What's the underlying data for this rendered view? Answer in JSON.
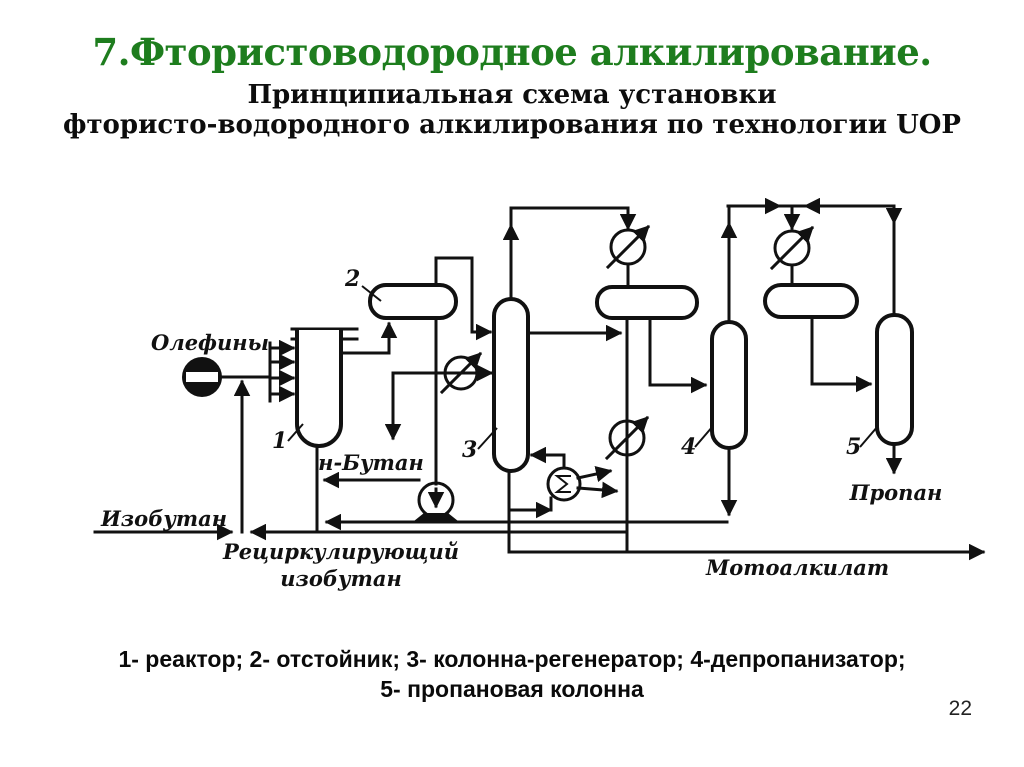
{
  "slide": {
    "title": "7.Фтористоводородное алкилирование.",
    "subtitle_line1": "Принципиальная схема установки",
    "subtitle_line2": "фтористо-водородного алкилирования по технологии UOP",
    "page_number": "22",
    "title_color": "#1e7d1e",
    "line_color": "#111111"
  },
  "legend": {
    "line1": "1- реактор; 2- отстойник; 3- колонна-регенератор; 4-депропанизатор;",
    "line2": "5- пропановая колонна"
  },
  "diagram": {
    "streams": {
      "olefins": "Олефины",
      "n_butane": "н-Бутан",
      "isobutane": "Изобутан",
      "recycle_isobutane_line1": "Рециркулирующий",
      "recycle_isobutane_line2": "изобутан",
      "propane": "Пропан",
      "motor_alkylate": "Мотоалкилат"
    },
    "equipment": {
      "reactor": {
        "number": "1",
        "name": "реактор"
      },
      "settler": {
        "number": "2",
        "name": "отстойник"
      },
      "regenerator_column": {
        "number": "3",
        "name": "колонна-регенератор"
      },
      "depropanizer": {
        "number": "4",
        "name": "депропанизатор"
      },
      "propane_column": {
        "number": "5",
        "name": "пропановая колонна"
      }
    }
  }
}
